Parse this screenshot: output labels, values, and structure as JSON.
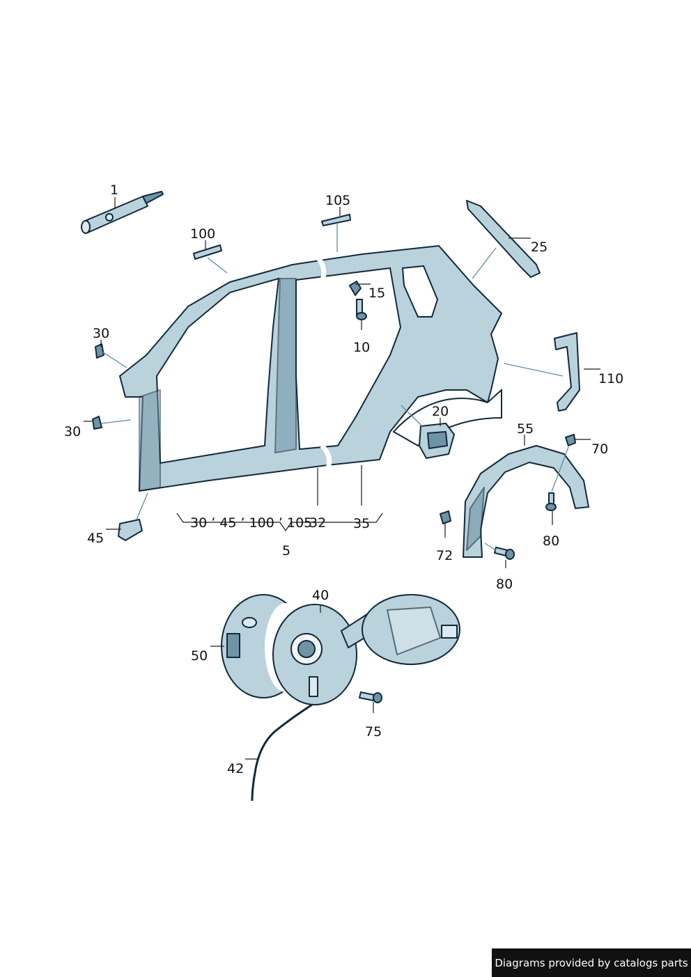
{
  "callouts": {
    "c1": "1",
    "c100": "100",
    "c105": "105",
    "c25": "25",
    "c15": "15",
    "c10": "10",
    "c30a": "30",
    "c30b": "30",
    "c110": "110",
    "c20": "20",
    "c55": "55",
    "c70": "70",
    "c45": "45",
    "c32": "32",
    "c35": "35",
    "c5": "5",
    "c72": "72",
    "c80a": "80",
    "c80b": "80",
    "c40": "40",
    "c50": "50",
    "c75": "75",
    "c42": "42"
  },
  "group_label": "30 ’ 45 ’ 100 ’ 105",
  "footer": "Diagrams provided by catalogs parts",
  "colors": {
    "part": "#b9d2dc",
    "part_dark": "#6f94a6",
    "outline": "#10293a",
    "footer_bg": "#111111"
  }
}
